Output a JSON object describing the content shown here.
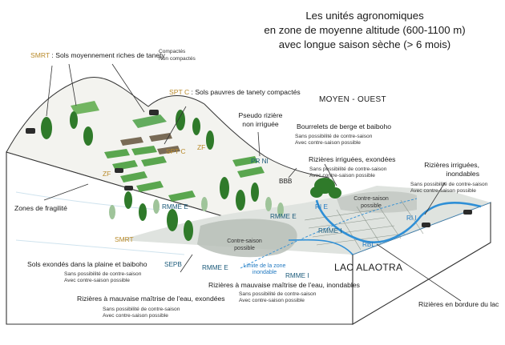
{
  "title": {
    "line1": "Les unités agronomiques",
    "line2": "en zone de moyenne altitude (600-1100 m)",
    "line3": "avec longue saison sèche (> 6 mois)"
  },
  "labels": {
    "smrt_code": "SMRT",
    "smrt_desc": " : Sols moyennement riches de tanety",
    "compactes": "Compactés",
    "non_compactes": "Non compactés",
    "sptc_code": "SPT C",
    "sptc_desc": " : Sols pauvres de tanety compactés",
    "pseudo_line1": "Pseudo rizière",
    "pseudo_line2": "non irriguée",
    "region": "MOYEN - OUEST",
    "bourrelets": "Bourrelets de berge et baiboho",
    "bourrelets_sub1": "Sans possibilité de contre-saison",
    "bourrelets_sub2": "Avec contre-saison possible",
    "exondees": "Rizières irriguées, exondées",
    "exondees_sub1": "Sans possibilité de contre-saison",
    "exondees_sub2": "Avec contre-saison possible",
    "inondables_line1": "Rizières irriguées,",
    "inondables_line2": "inondables",
    "inondables_sub1": "Sans possibilité de contre-saison",
    "inondables_sub2": "Avec contre-saison possible",
    "zones_fragilite": "Zones de fragilité",
    "sols_exondes": "Sols exondés dans la plaine et baiboho",
    "sols_exondes_sub1": "Sans possibilité de contre-saison",
    "sols_exondes_sub2": "Avec contre-saison possible",
    "mauvaise_inondables": "Rizières à mauvaise maîtrise de l'eau, inondables",
    "mauvaise_inondables_sub1": "Sans possibilité de contre-saison",
    "mauvaise_inondables_sub2": "Avec contre-saison possible",
    "mauvaise_exondees": "Rizières à mauvaise maîtrise de l'eau, exondées",
    "mauvaise_exondees_sub1": "Sans possibilité de contre-saison",
    "mauvaise_exondees_sub2": "Avec contre-saison possible",
    "bordure": "Rizières en bordure du lac",
    "lake": "LAC ALAOTRA",
    "contre_saison_line1": "Contre-saison",
    "contre_saison_line2": "possible",
    "contre_saison_right_line1": "Contre-saison",
    "contre_saison_right_line2": "possible",
    "limite_line1": "Limite de la zone",
    "limite_line2": "inondable"
  },
  "codes": {
    "sptc": "SPT C",
    "zf_upper": "ZF",
    "zf_lower": "ZF",
    "prni": "PR NI",
    "bbb": "BBB",
    "rmme_e_left": "RMME E",
    "rmme_e_center": "RMME E",
    "ri_e": "RI E",
    "ri_i": "RI I",
    "rmme_i_upper": "RMME I",
    "rbl": "RBL",
    "smrt": "SMRT",
    "sepb": "SEPB",
    "rmme_e_bottom": "RMME E",
    "rmme_i_lower": "RMME I"
  },
  "colors": {
    "code_orange": "#b88a2a",
    "code_blue": "#1b5a7a",
    "water_blue": "#2f8fd6",
    "field_green": "#3f9a3a",
    "tree_green": "#2f7a2a",
    "lowland_gray": "#b9bfb9"
  }
}
